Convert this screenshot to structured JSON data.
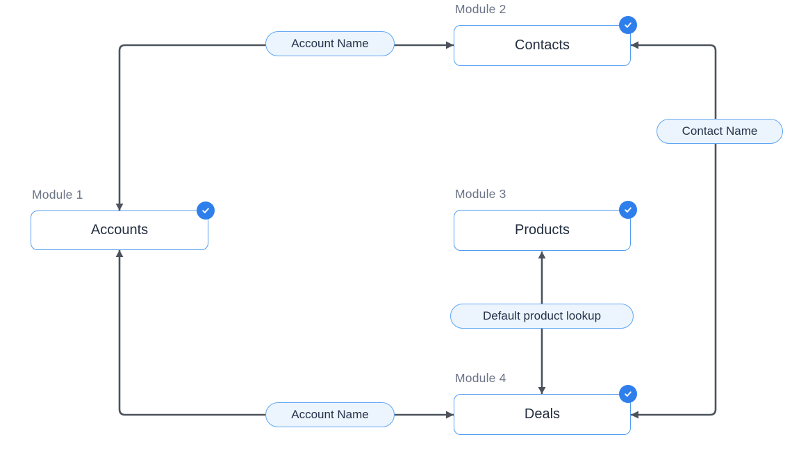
{
  "diagram": {
    "nodes": [
      {
        "id": "accounts",
        "module_label": "Module 1",
        "label": "Accounts",
        "checked": true
      },
      {
        "id": "contacts",
        "module_label": "Module 2",
        "label": "Contacts",
        "checked": true
      },
      {
        "id": "products",
        "module_label": "Module 3",
        "label": "Products",
        "checked": true
      },
      {
        "id": "deals",
        "module_label": "Module 4",
        "label": "Deals",
        "checked": true
      }
    ],
    "edge_labels": [
      {
        "id": "account-name-top",
        "label": "Account Name"
      },
      {
        "id": "contact-name",
        "label": "Contact Name"
      },
      {
        "id": "default-product-lookup",
        "label": "Default product lookup"
      },
      {
        "id": "account-name-bottom",
        "label": "Account Name"
      }
    ],
    "colors": {
      "node_border": "#4f9cf0",
      "badge_blue": "#2e7fec",
      "pill_fill": "#ecf4fd",
      "pill_border": "#5ea6f2",
      "connector": "#4b525b",
      "module_text": "#6b7386",
      "node_text": "#232e3f"
    }
  }
}
